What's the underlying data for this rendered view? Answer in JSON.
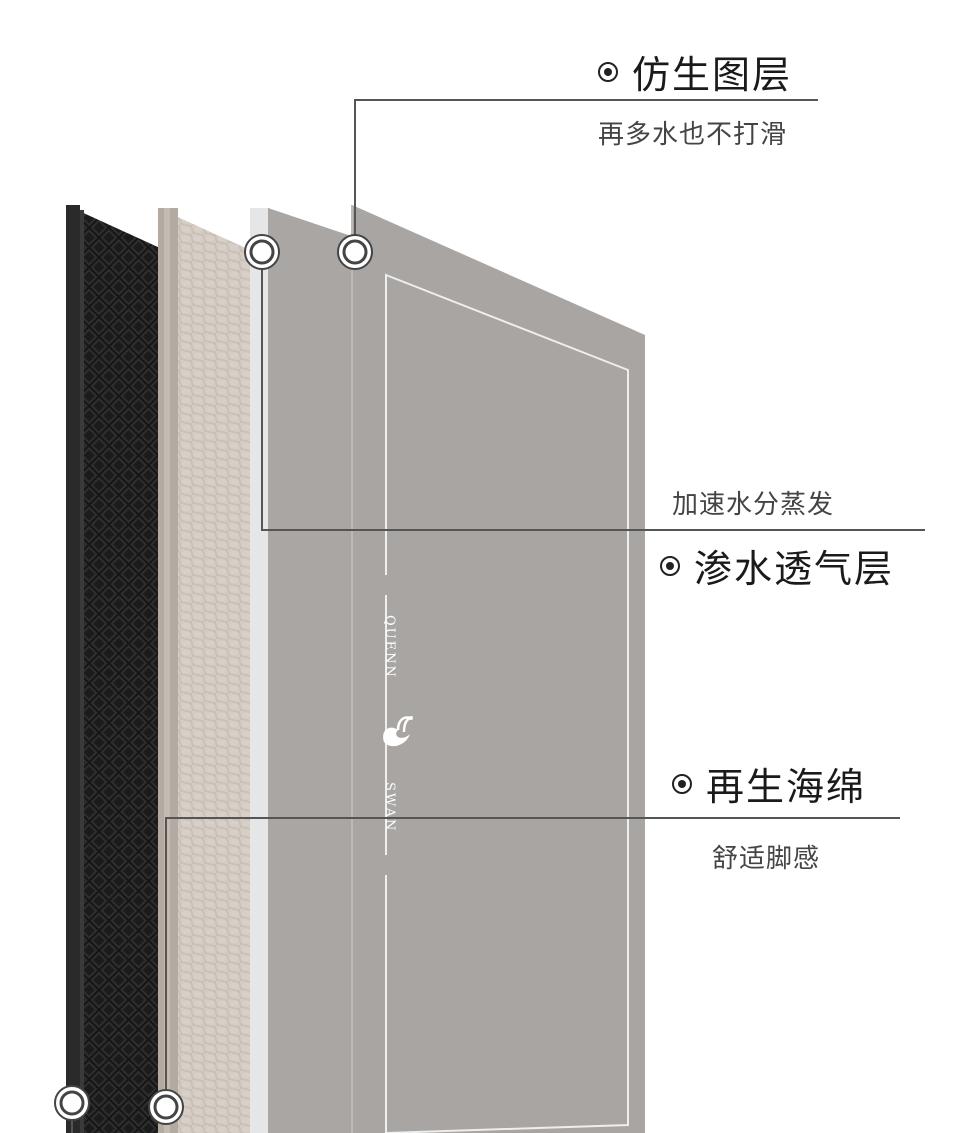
{
  "callouts": {
    "top": {
      "title": "仿生图层",
      "subtitle": "再多水也不打滑",
      "icon": "bullet-dot-icon"
    },
    "middle": {
      "title": "渗水透气层",
      "subtitle": "加速水分蒸发",
      "icon": "bullet-dot-icon"
    },
    "bottom": {
      "title": "再生海绵",
      "subtitle": "舒适脚感",
      "icon": "bullet-dot-icon"
    }
  },
  "brand": {
    "wordmark_top": "QUENN",
    "wordmark_bottom": "SWAN",
    "logo_icon": "swan-logo-icon"
  },
  "colors": {
    "top_layer": "#aaa6a3",
    "breathable_layer": "#dcdcdc",
    "sponge_layer": "#c8bfb6",
    "bottom_layer": "#1f1f1f",
    "line": "#555555"
  }
}
